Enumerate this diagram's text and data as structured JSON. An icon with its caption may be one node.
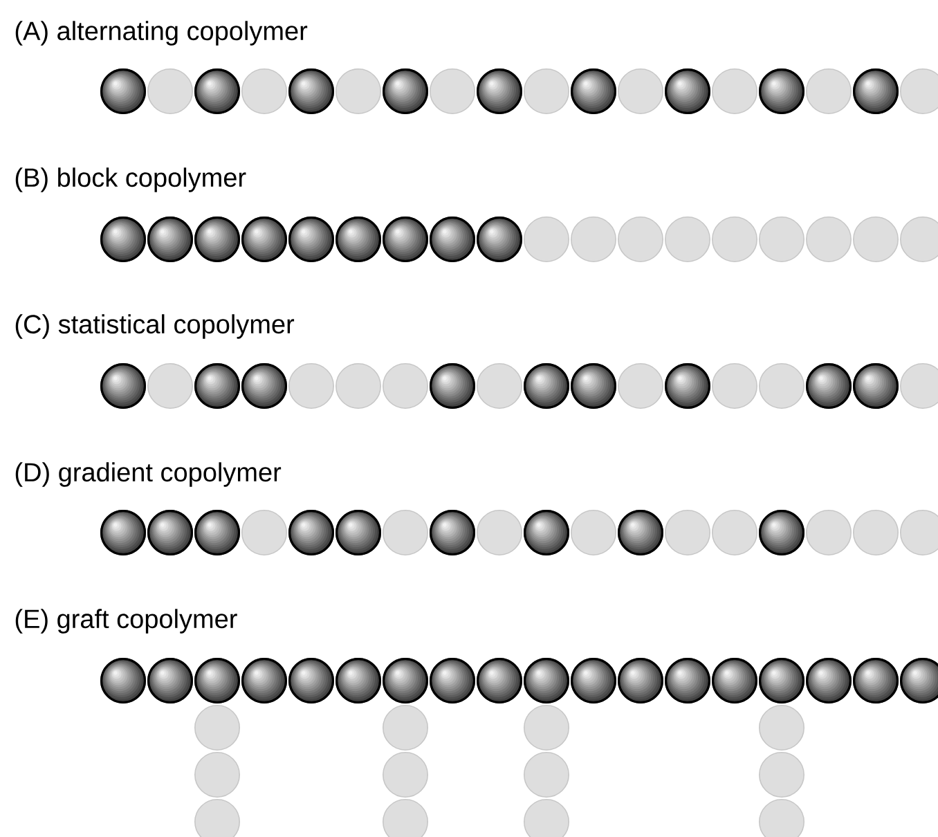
{
  "diagram": {
    "labels": [
      "(A) alternating copolymer",
      "(B) block copolymer",
      "(C) statistical copolymer",
      "(D) gradient copolymer",
      "(E) graft copolymer"
    ]
  }
}
